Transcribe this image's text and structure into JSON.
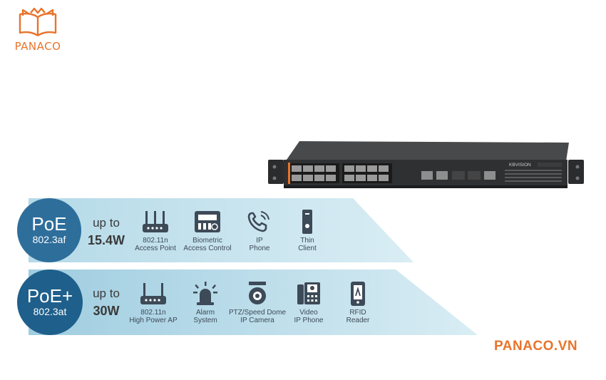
{
  "brand": {
    "logo_text": "PANACO",
    "site_text": "PANACO.VN"
  },
  "switch_brand": "KBVISION",
  "tiers": [
    {
      "standard": "PoE",
      "spec": "802.3af",
      "up_to": "up to",
      "power": "15.4W",
      "devices": [
        {
          "icon": "access-point-icon",
          "label": "802.11n\nAccess Point"
        },
        {
          "icon": "biometric-icon",
          "label": "Biometric\nAccess Control"
        },
        {
          "icon": "phone-icon",
          "label": "IP\nPhone"
        },
        {
          "icon": "thin-client-icon",
          "label": "Thin\nClient"
        }
      ]
    },
    {
      "standard": "PoE+",
      "spec": "802.3at",
      "up_to": "up to",
      "power": "30W",
      "devices": [
        {
          "icon": "access-point-icon",
          "label": "802.11n\nHigh Power AP"
        },
        {
          "icon": "alarm-icon",
          "label": "Alarm\nSystem"
        },
        {
          "icon": "camera-icon",
          "label": "PTZ/Speed Dome\nIP Camera"
        },
        {
          "icon": "video-phone-icon",
          "label": "Video\nIP Phone"
        },
        {
          "icon": "rfid-icon",
          "label": "RFID\nReader"
        }
      ]
    }
  ],
  "colors": {
    "accent": "#e8742b",
    "badge1": "#2e6e9b",
    "badge2": "#1f5f8b",
    "band": "#a9d3e3",
    "icon": "#3d4a57"
  }
}
